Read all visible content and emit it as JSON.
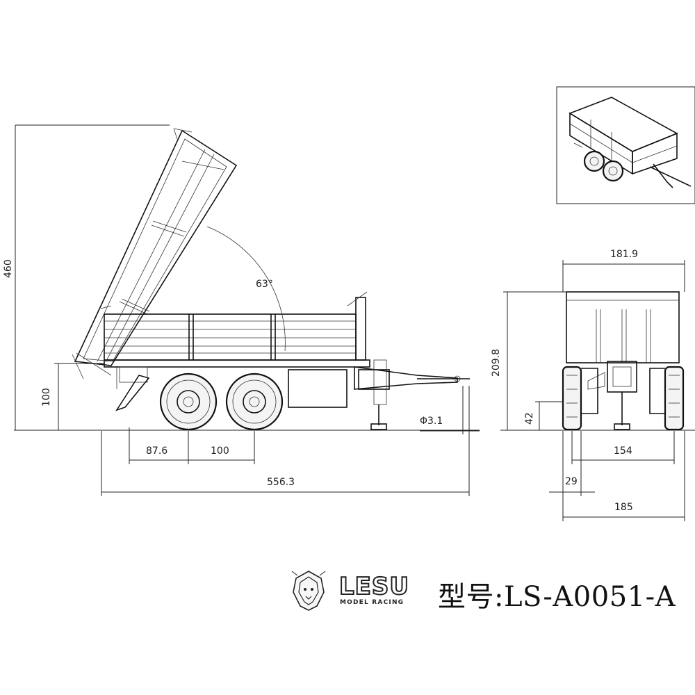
{
  "dimensions": {
    "overall_height": "460",
    "tipping_angle": "63°",
    "frame_height": "100",
    "axle_offset": "87.6",
    "axle_spacing": "100",
    "overall_length": "556.3",
    "hitch_diameter": "Φ3.1",
    "overall_width": "181.9",
    "rear_height": "209.8",
    "ground_clearance": "42",
    "track_width": "154",
    "tire_width": "29",
    "total_width": "185"
  },
  "brand": {
    "name": "LESU",
    "tagline": "MODEL RACING"
  },
  "model_label": "型号:LS-A0051-A",
  "colors": {
    "line": "#222222",
    "background": "#ffffff"
  },
  "icons": {
    "brand_logo": "lion-head-icon"
  }
}
